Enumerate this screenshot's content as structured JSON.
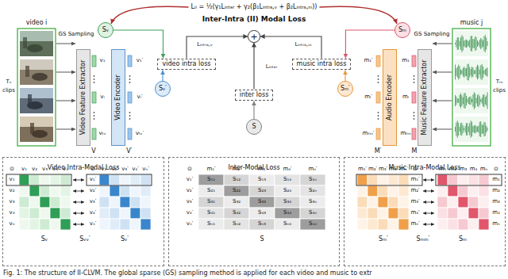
{
  "diagram": {
    "caption": "Fig. 1: The structure of II-CLVM. The global sparse (GS) sampling method is applied for each video and music to extr",
    "nodes": [
      {
        "text": [
          "+"
        ]
      },
      {
        "text": [
          "Video Feature Extractor"
        ]
      },
      {
        "text": [
          "Video Encoder"
        ]
      },
      {
        "text": [
          "video intra loss"
        ]
      },
      {
        "text": [
          "inter loss"
        ]
      },
      {
        "text": [
          "music intra loss"
        ]
      },
      {
        "text": [
          "Audio Encoder"
        ]
      },
      {
        "text": [
          "Music Feature Extractor"
        ]
      },
      {
        "text": [
          "Sᵥ"
        ]
      },
      {
        "text": [
          "Sᵥ′"
        ]
      },
      {
        "text": [
          "S"
        ]
      },
      {
        "text": [
          "Sₘ′"
        ]
      },
      {
        "text": [
          "Sₘ"
        ]
      },
      {
        "text": [
          "Video Intra-Modal Loss"
        ]
      },
      {
        "text": [
          "Inter-Modal Loss"
        ]
      },
      {
        "text": [
          "Music Intra-Modal Loss"
        ]
      }
    ],
    "edges": [
      {
        "from": 8,
        "to": 3,
        "arrow": "to"
      },
      {
        "from": 9,
        "to": 3,
        "arrow": "to"
      },
      {
        "from": 10,
        "to": 4,
        "arrow": "to"
      },
      {
        "from": 11,
        "to": 5,
        "arrow": "to"
      },
      {
        "from": 12,
        "to": 5,
        "arrow": "to"
      },
      {
        "from": 3,
        "to": 0,
        "arrow": "to"
      },
      {
        "from": 4,
        "to": 0,
        "arrow": "to"
      },
      {
        "from": 5,
        "to": 0,
        "arrow": "to"
      }
    ],
    "labels": [
      "Lᵢᵢ = ½(γ₁Lᵢₙₜₑᵣ + γ₂(β₁Lᵢₙₜᵣₐ,ᵥ + β₂Lᵢₙₜᵣₐ,ₘ))",
      "Inter-Intra (II) Modal Loss",
      "video i",
      "Tᵥ",
      "clips",
      "GS Sampling",
      "v₁",
      "vᵢ",
      "vₜᵥ",
      "v₁′",
      "vᵢ′",
      "vₜᵥ′",
      "V",
      "V′",
      "Lᵢₙₜᵣₐ,ᵥ",
      "Lᵢₙₜₑᵣ",
      "Lᵢₙₜᵣₐ,ₘ",
      "music j",
      "Tₘ",
      "clips",
      "GS Sampling",
      "m₁′",
      "mᵢ′",
      "mₜₘ′",
      "m₁",
      "mᵢ",
      "mₜₘ",
      "M′",
      "M",
      "⊙",
      "v₁",
      "v₂",
      "v₃",
      "v₄",
      "vₙ",
      "v₁",
      "v₂",
      "v₃",
      "v₄",
      "vₙ",
      "⊙",
      "v₁′",
      "v₂′",
      "v₃′",
      "v₄′",
      "vₙ′",
      "v₁′",
      "v₂′",
      "v₃′",
      "v₄′",
      "vₙ′",
      "Sᵥ",
      "Sᵥᵥ′",
      "Sᵥ′",
      "⊙",
      "m₁′",
      "m₂′",
      "m₃′",
      "m₄′",
      "mₙ′",
      "v₁′",
      "v₂′",
      "v₃′",
      "v₄′",
      "vₙ′",
      "S₁₁",
      "S₁₂",
      "S₁₃",
      "S₁₄",
      "S₁ₙ",
      "S₂₁",
      "S₂₂",
      "S₂₃",
      "S₂₄",
      "S₂ₙ",
      "S₃₁",
      "S₃₂",
      "S₃₃",
      "S₃₄",
      "S₃ₙ",
      "S₄₁",
      "S₄₂",
      "S₄₃",
      "S₄₄",
      "S₄ₙ",
      "Sₙ₁",
      "Sₙ₂",
      "Sₙ₃",
      "Sₙ₄",
      "Sₙₙ",
      "S",
      "⊙",
      "m₁′",
      "m₂′",
      "m₃′",
      "m₄′",
      "mₙ′",
      "m₁′",
      "m₂′",
      "m₃′",
      "m₄′",
      "mₙ′",
      "⊙",
      "m₁",
      "m₂",
      "m₃",
      "m₄",
      "mₙ",
      "m₁",
      "m₂",
      "m₃",
      "m₄",
      "mₙ",
      "Sₘ′",
      "Sₘₘ′",
      "Sₘ"
    ]
  }
}
